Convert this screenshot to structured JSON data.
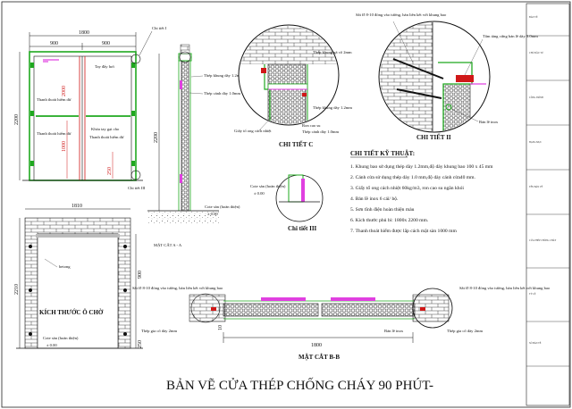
{
  "drawing": {
    "title": "BẢN VẼ CỬA THÉP CHỐNG CHÁY  90 PHÚT-",
    "colors": {
      "green": "#1fa81f",
      "magenta": "#e040e0",
      "red": "#d01818",
      "line": "#111111"
    }
  },
  "elevation": {
    "dim_top": "1800",
    "dim_left_half": "900",
    "dim_right_half": "900",
    "dim_height": "2200",
    "dim_2000": "2000",
    "dim_1000": "1000",
    "dim_250": "250",
    "labels": {
      "handle": "Tay đẩy hơi",
      "panic_bar_top": "Thanh thoát hiểm dừ",
      "lock": "Khóa tay gạt cho",
      "panic_bar_1": "Thanh thoát hiểm dừ",
      "panic_bar_2": "Thanh thoát hiểm dừ",
      "detail_i": "Chi tiết I",
      "detail_iii": "Chi tiết III"
    }
  },
  "section_aa": {
    "label": "MẶT CẮT A - A",
    "dim_2200": "2200",
    "notes": {
      "frame": "Thép khung dày 1.2mm",
      "leaf": "Thép cánh dày 1.0mm",
      "insulation": "Giấy tổ ong cách nhiệt",
      "floor": "Cote sàn (hoàn thiện)",
      "floor_val": "± 0.00"
    }
  },
  "detail_c": {
    "label": "CHI TIẾT C",
    "notes": {
      "frame": "Thép khung gá cố 2mm",
      "frame2": "Thép khung dày 1.2mm",
      "rubber": "Ron cao su",
      "leaf": "Thép cánh dày 1.0mm",
      "insulation": "Giấy tổ ong cách nhiệt"
    }
  },
  "detail_ii": {
    "label": "CHI TIẾT II",
    "notes": {
      "bolt": "Sắt Ø 8-10 đóng vào tường, hàn liên kết với  khung bao",
      "reinforce": "Tấm tăng cứng bản lề dày 3.0mm",
      "hinge": "Bản lề inox"
    }
  },
  "detail_iii": {
    "label": "Chi tiết III",
    "floor": "Cote sàn (hoàn thiện)",
    "floor_val": "± 0.00"
  },
  "notes": {
    "heading": "CHI TIẾT KỸ THUẬT:",
    "items": [
      "1. Khung bao sử dụng thép dày 1.2mm,độ dày khung bao 100 x 45    mm",
      "2. Cánh cửa sử dụng thép dày 1.0 mm,độ dày cánh cửa40 mm.",
      "3. Giấy tổ ong cách nhiệt 60kg/m3, ron cao su ngăn khói",
      "4. Bản lề inox 6 cái/ bộ.",
      "5. Sơn tĩnh điện hoàn thiện  màu",
      "6. Kích thước phủ bì: 1800x 2200 mm.",
      "7. Thanh thoát hiểm  được lắp cách mặt sàn 1000 mm"
    ]
  },
  "opening": {
    "dim_top": "1810",
    "dim_height": "2210",
    "dim_900": "900",
    "dim_250": "250",
    "lintel": "betong",
    "label": "KÍCH THƯỚC Ô CHỜ",
    "floor": "Cote sàn (hoàn thiện)",
    "floor_val": "± 0.00"
  },
  "section_bb": {
    "label": "MẶT CẮT B-B",
    "dim": "1800",
    "dim_small": "10",
    "notes": {
      "bolt_left": "Sắt Ø 8-10 đóng vào tường, hàn liên kết với  khung bao",
      "bolt_right": "Sắt Ø 8-10 đóng vào tường, hàn liên kết với  khung bao",
      "frame_left": "Thép gia cố dày 2mm",
      "frame_right": "Thép gia cố dày 2mm",
      "hinge": "Bản lề inox"
    }
  },
  "title_block": {
    "rows": [
      "BẢN VẼ",
      "CHỦ ĐẦU TƯ",
      "CÔNG TRÌNH",
      "HẠNG MỤC",
      "TÊN BẢN VẼ",
      "CỬA THÉP CHỐNG CHÁY",
      "TỶ LỆ",
      "SỐ BẢN VẼ"
    ]
  }
}
